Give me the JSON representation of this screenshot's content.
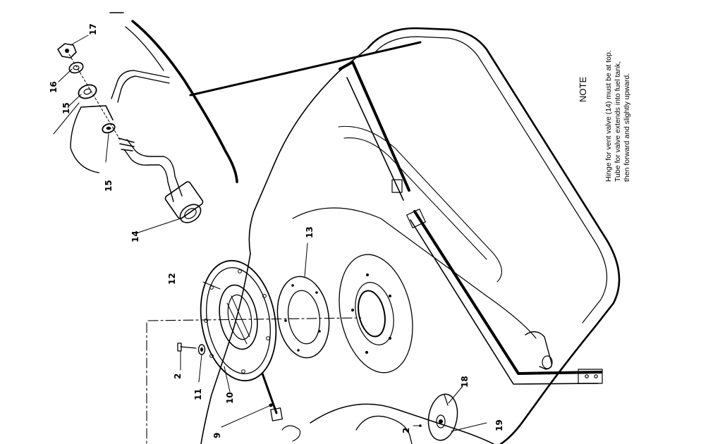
{
  "callouts": {
    "c2a": "2",
    "c2b": "2",
    "c9": "9",
    "c10": "10",
    "c11": "11",
    "c12": "12",
    "c13": "13",
    "c14": "14",
    "c15a": "15",
    "c15b": "15",
    "c16": "16",
    "c17": "17",
    "c18": "18",
    "c19": "19"
  },
  "note": {
    "title": "NOTE",
    "lines": [
      "Hinge for vent valve (14) must be at top.",
      "Tube for valve extends into fuel tank,",
      "then forward and slightly upward."
    ]
  }
}
